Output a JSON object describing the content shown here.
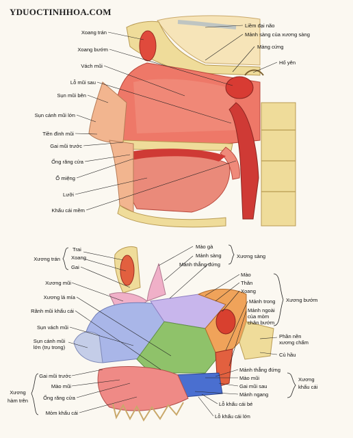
{
  "watermark": "YDUOCTINHHOA.COM",
  "top_labels": {
    "liem_dai_nao": "Liềm đại não",
    "xoang_tran": "Xoang trán",
    "manh_sang_xuong_sang": "Mảnh sàng của xương sàng",
    "mang_cung": "Màng cứng",
    "xoang_buom": "Xoang bướm",
    "ho_yen": "Hố yên",
    "vach_mui": "Vách mũi",
    "lo_mui_sau": "Lỗ mũi sau",
    "sun_mui_ben": "Sụn mũi bên",
    "sun_canh_mui_lon": "Sụn cánh mũi lớn",
    "tien_dinh_mui": "Tiền đình mũi",
    "gai_mui_truoc": "Gai mũi trước",
    "ong_rang_cua": "Ống răng cửa",
    "o_mieng": "Ổ miệng",
    "luoi": "Lưỡi",
    "khau_cai_mem": "Khẩu cái mềm"
  },
  "bottom_labels": {
    "xuong_tran": "Xương trán",
    "trai": "Trai",
    "xoang": "Xoang",
    "gai": "Gai",
    "mao_ga": "Mào gà",
    "manh_sang": "Mảnh sàng",
    "manh_thang_dung": "Mảnh thẳng đứng",
    "xuong_sang": "Xương sàng",
    "xuong_mui": "Xương mũi",
    "xuong_la_mia": "Xương lá mía",
    "ranh_mui_khau_cai": "Rãnh mũi khẩu cái",
    "sun_vach_mui": "Sụn vách mũi",
    "sun_canh_mui_lon_tru_trong_1": "Sụn cánh mũi",
    "sun_canh_mui_lon_tru_trong_2": "lớn (trụ trong)",
    "mao": "Mào",
    "than": "Thân",
    "xoang_buom_r": "Xoang",
    "manh_trong": "Mảnh trong",
    "manh_ngoai_1": "Mảnh ngoài",
    "manh_ngoai_2": "của mỏm",
    "manh_ngoai_3": "chân bướm",
    "xuong_buom": "Xương bướm",
    "phan_nen_1": "Phần nền",
    "phan_nen_2": "xương chẩm",
    "cu_hau": "Củ hầu",
    "gai_mui_truoc": "Gai mũi trước",
    "mao_mui": "Mào mũi",
    "ong_rang_cua": "Ống răng cửa",
    "mom_khau_cai": "Mỏm khẩu cái",
    "xuong_ham_tren_1": "Xương",
    "xuong_ham_tren_2": "hàm trên",
    "manh_thang_dung_kc": "Mảnh thẳng đứng",
    "mao_mui_kc": "Mào mũi",
    "gai_mui_sau": "Gai mũi sau",
    "manh_ngang": "Mảnh ngang",
    "xuong_khau_cai_1": "Xương",
    "xuong_khau_cai_2": "khẩu cái",
    "lo_khau_cai_be": "Lỗ khẩu cái bé",
    "lo_khau_cai_lon": "Lỗ khẩu cái lớn"
  },
  "colors": {
    "bone": "#efdc9a",
    "mucosa": "#ee7868",
    "mucosa_dark": "#cf3a35",
    "brain": "#f6e4b8",
    "vomer_blue": "#a9b6e8",
    "ethmoid_green": "#8fc26a",
    "sphenoid_orange": "#f0a35a",
    "palatine_blue": "#4a6fd0",
    "maxilla_pink": "#ef8a86",
    "nasal_bone_pink": "#f0b0c8"
  }
}
